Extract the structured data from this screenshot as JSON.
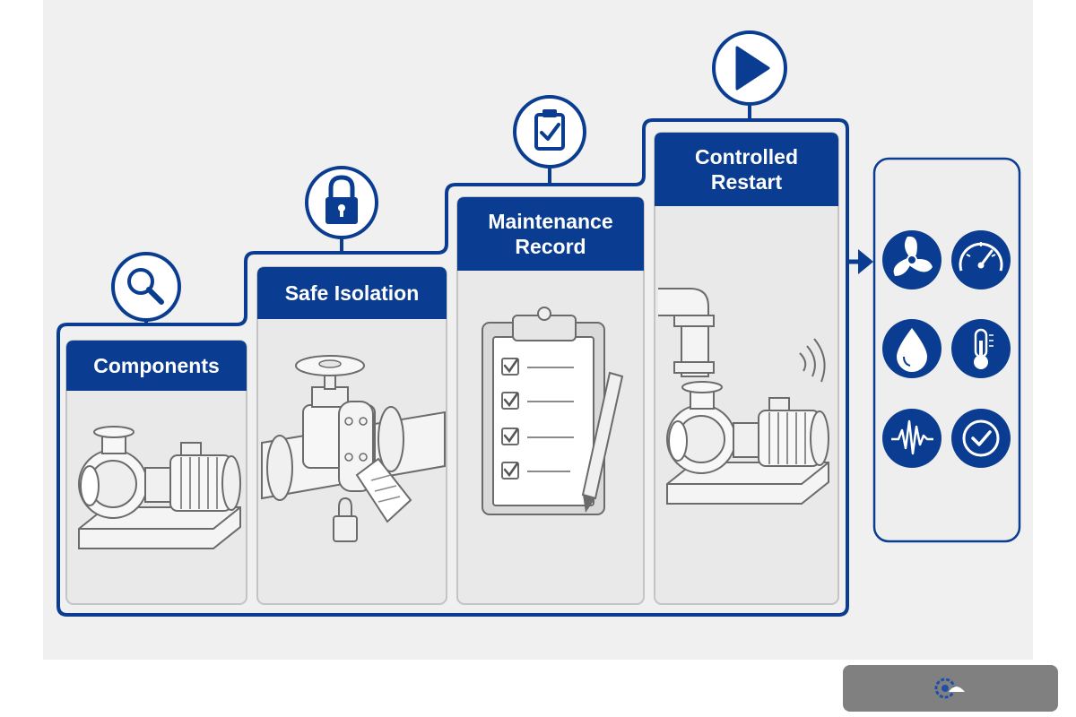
{
  "colors": {
    "primary": "#0a3d91",
    "panel_background": "#f0f0f0",
    "card_background": "#e9e9e9",
    "line_art": "#6b6b6b",
    "badge": "#808080"
  },
  "steps": [
    {
      "label": "Components",
      "icon": "magnifier-icon",
      "illustration": "centrifugal-pump"
    },
    {
      "label": "Safe Isolation",
      "icon": "padlock-icon",
      "illustration": "locked-out-valve-with-tag"
    },
    {
      "label": "Maintenance\nRecord",
      "icon": "clipboard-check-icon",
      "illustration": "checklist-clipboard-with-pen"
    },
    {
      "label": "Controlled\nRestart",
      "icon": "play-icon",
      "illustration": "running-pump"
    }
  ],
  "status_panel": {
    "icons": [
      "fan-icon",
      "gauge-icon",
      "droplet-icon",
      "thermometer-icon",
      "waveform-icon",
      "check-circle-icon"
    ]
  },
  "footer_badge": {
    "icon": "logo-icon"
  }
}
